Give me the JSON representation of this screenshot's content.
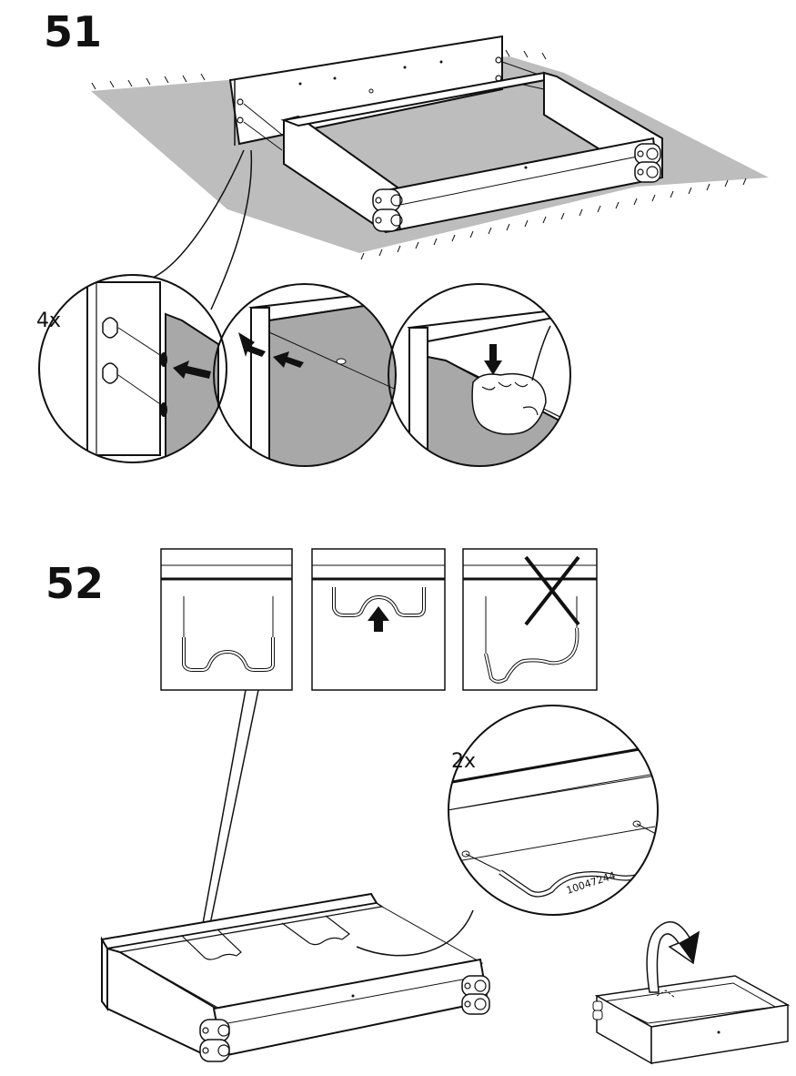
{
  "steps": [
    {
      "number": "51",
      "detail_quantity": "4x"
    },
    {
      "number": "52",
      "detail_quantity": "2x",
      "part_number": "10047244"
    }
  ],
  "colors": {
    "ink": "#111111",
    "floor": "#bdbdbd",
    "panel_gray": "#a8a8a8",
    "paper": "#ffffff"
  },
  "icons": [
    "push-arrow-icon",
    "down-arrow-icon",
    "up-arrow-icon",
    "cross-mark-icon",
    "flip-arrow-icon",
    "hand-icon"
  ]
}
